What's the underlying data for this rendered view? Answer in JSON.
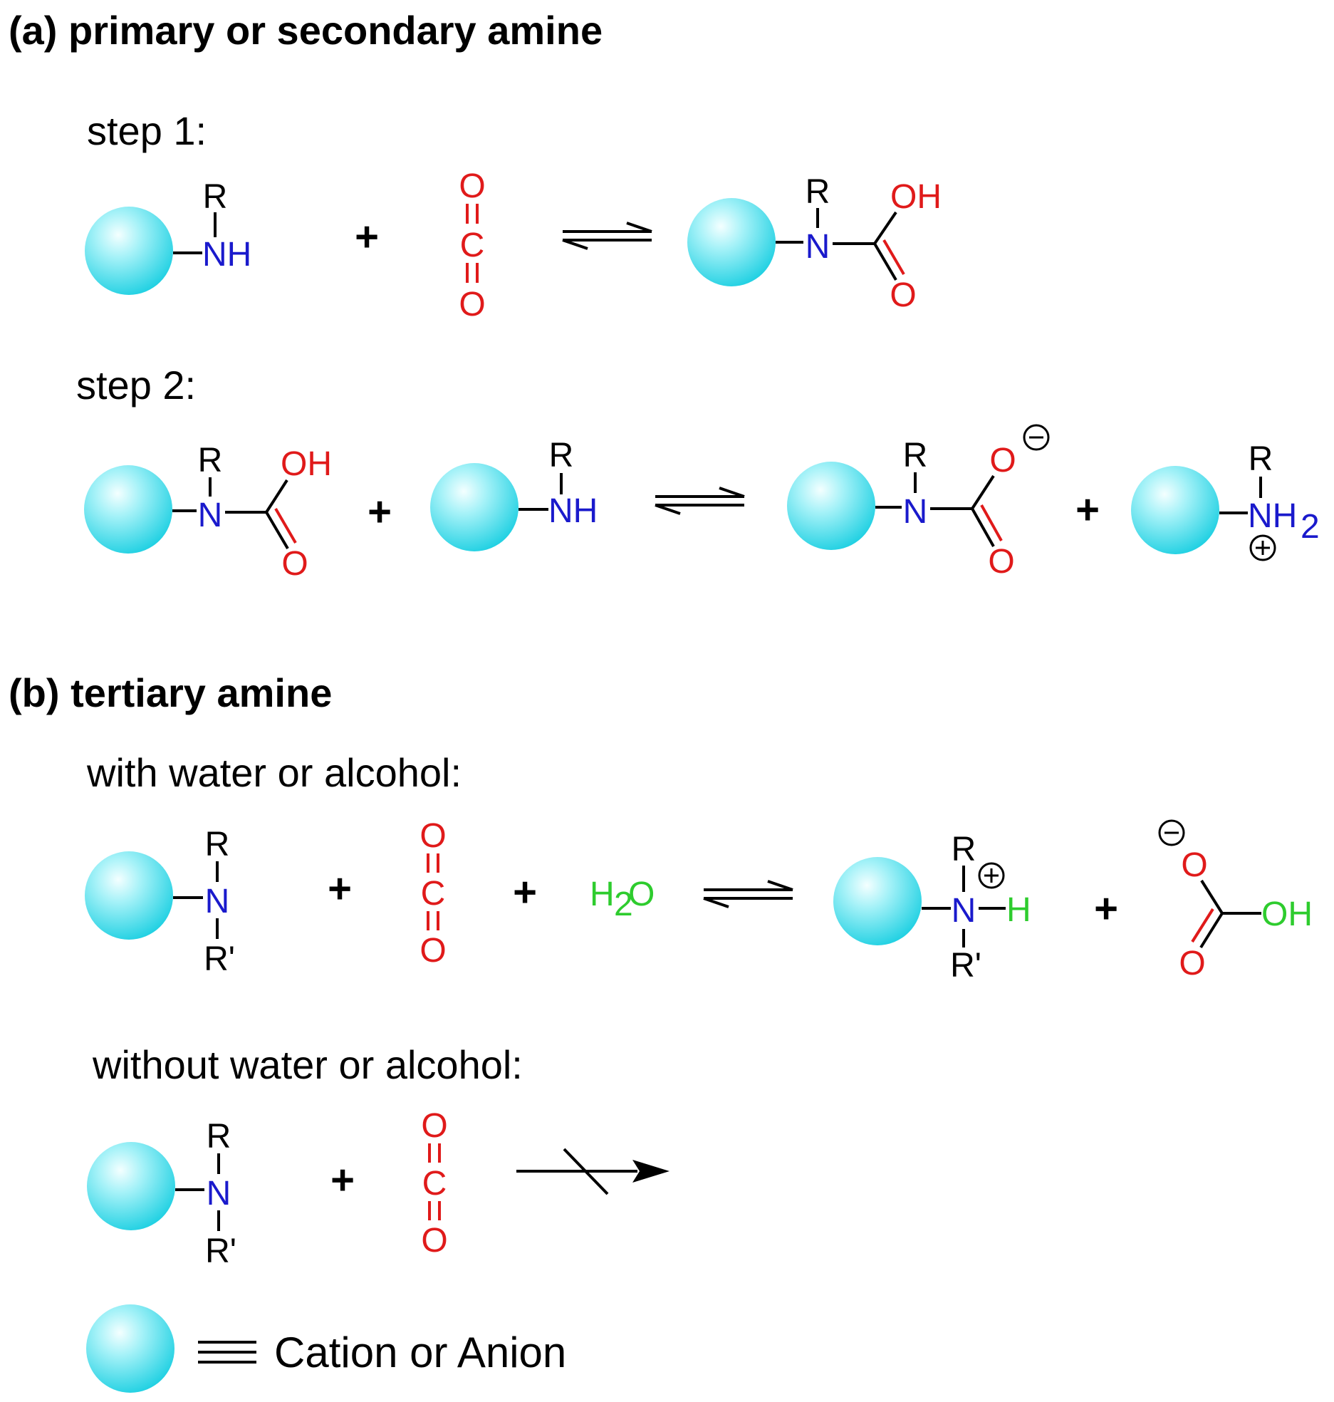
{
  "headings": {
    "a": "(a) primary or secondary amine",
    "b": "(b) tertiary amine"
  },
  "labels": {
    "step1": "step 1:",
    "step2": "step 2:",
    "with_water": "with water or alcohol:",
    "without_water": "without water or alcohol:"
  },
  "atoms": {
    "R": "R",
    "R_prime": "R'",
    "NH": "NH",
    "N": "N",
    "O": "O",
    "C": "C",
    "OH": "OH",
    "H": "H",
    "NH2_main": "NH",
    "sub_2": "2",
    "H2O_H": "H",
    "H2O_O": "O",
    "plus_sign": "+",
    "minus_sign": "−"
  },
  "legend": {
    "text": "Cation or Anion"
  },
  "colors": {
    "ion_sphere": "#39d8e8",
    "nitrogen": "#1a1acc",
    "oxygen": "#e01a1a",
    "water": "#2ecc2e",
    "bond": "#000000"
  }
}
